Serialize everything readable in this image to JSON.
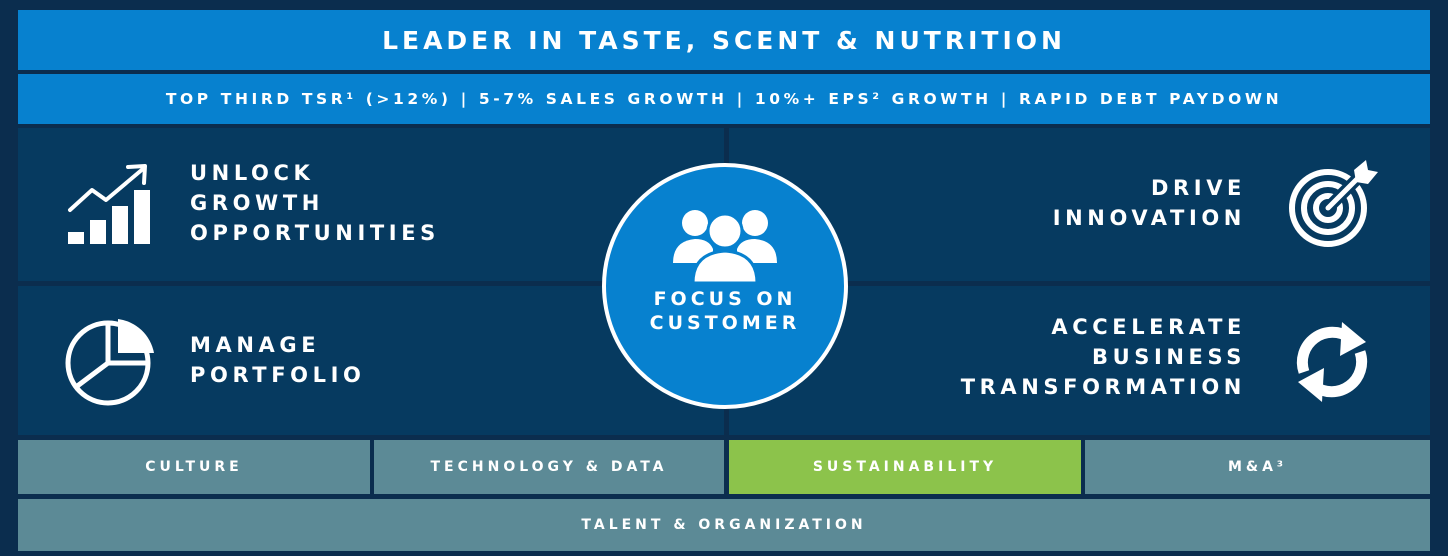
{
  "header": {
    "title": "LEADER IN TASTE, SCENT & NUTRITION",
    "subtitle": "TOP THIRD TSR¹ (>12%) | 5-7% SALES GROWTH | 10%+ EPS² GROWTH | RAPID DEBT PAYDOWN"
  },
  "quadrants": {
    "top_left": {
      "lines": [
        "UNLOCK",
        "GROWTH",
        "OPPORTUNITIES"
      ],
      "icon": "growth-chart-icon"
    },
    "top_right": {
      "lines": [
        "DRIVE",
        "INNOVATION"
      ],
      "icon": "target-icon"
    },
    "bottom_left": {
      "lines": [
        "MANAGE",
        "PORTFOLIO"
      ],
      "icon": "pie-chart-icon"
    },
    "bottom_right": {
      "lines": [
        "ACCELERATE",
        "BUSINESS",
        "TRANSFORMATION"
      ],
      "icon": "refresh-icon"
    }
  },
  "center": {
    "lines": [
      "FOCUS ON",
      "CUSTOMER"
    ],
    "icon": "people-icon"
  },
  "pillars": [
    "CULTURE",
    "TECHNOLOGY & DATA",
    "SUSTAINABILITY",
    "M&A³"
  ],
  "foundation": "TALENT & ORGANIZATION",
  "colors": {
    "background": "#0b2d4e",
    "bright_blue": "#0781cf",
    "navy": "#063a60",
    "teal": "#5c8a96",
    "green": "#8cc34b"
  }
}
